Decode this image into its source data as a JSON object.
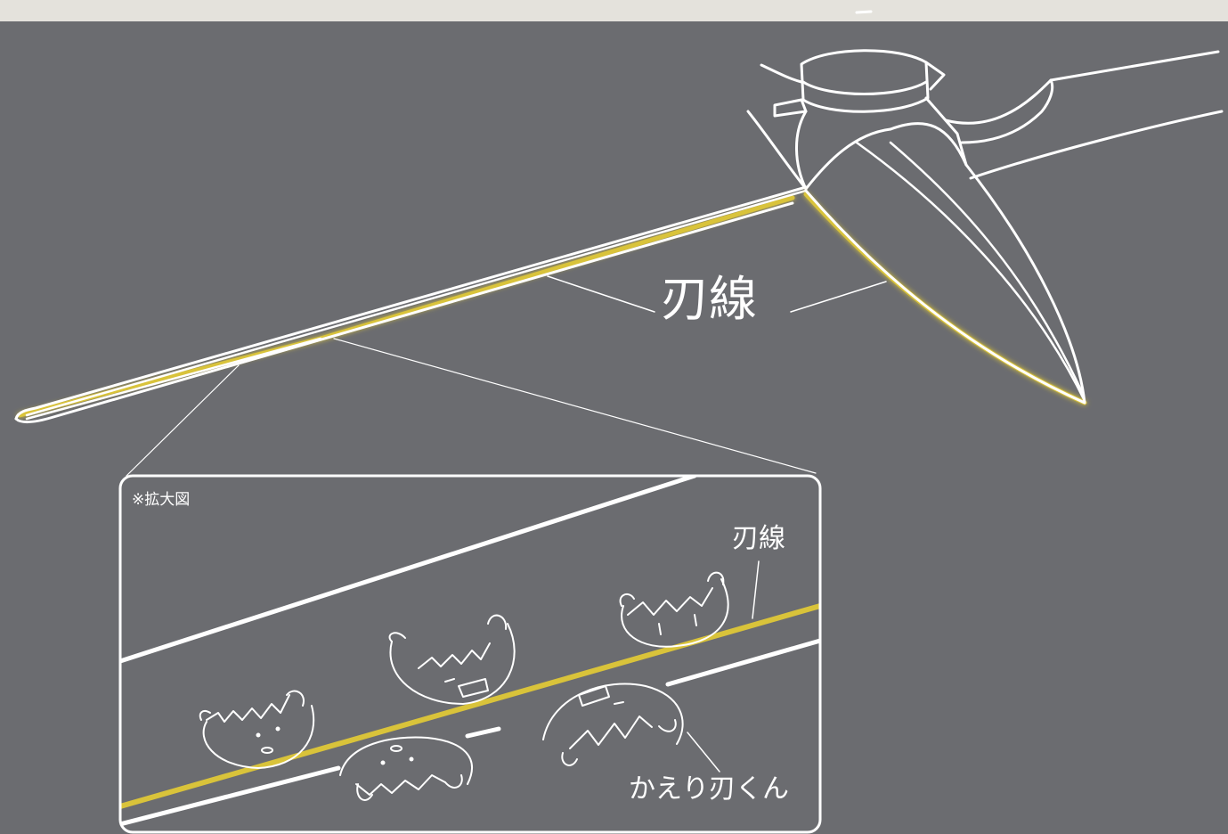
{
  "labels": {
    "edge_line_main": "刃線",
    "zoom_note": "※拡大図",
    "edge_line_zoom": "刃線",
    "burr": "かえり刃くん"
  },
  "colors": {
    "background": "#6b6c70",
    "paper": "#e4e2dc",
    "outline": "#ffffff",
    "edge_highlight": "#d9c33a"
  }
}
